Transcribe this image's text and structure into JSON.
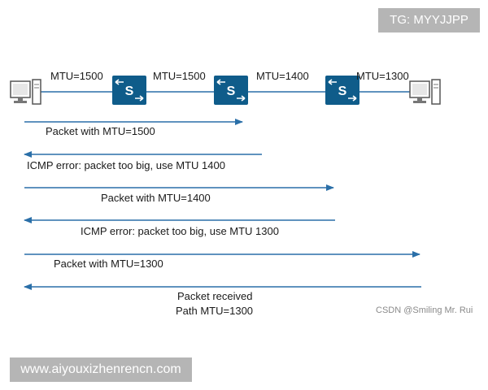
{
  "watermark": {
    "tag": "TG: MYYJJPP",
    "site": "www.aiyouxizhenrencn.com"
  },
  "credit": "CSDN @Smiling Mr. Rui",
  "links": [
    "MTU=1500",
    "MTU=1500",
    "MTU=1400",
    "MTU=1300"
  ],
  "switch_icon_letter": "S",
  "messages": [
    {
      "label": "Packet with MTU=1500",
      "direction": "right"
    },
    {
      "label": "ICMP error: packet too big, use MTU 1400",
      "direction": "left"
    },
    {
      "label": "Packet with MTU=1400",
      "direction": "right"
    },
    {
      "label": "ICMP error: packet too big, use MTU 1300",
      "direction": "left"
    },
    {
      "label": "Packet with MTU=1300",
      "direction": "right"
    },
    {
      "label": "Packet received",
      "direction": "left"
    },
    {
      "label": "Path MTU=1300",
      "direction": "none"
    }
  ],
  "colors": {
    "line": "#2a6fa8",
    "switch": "#0f5c8a",
    "watermark_bg": "#b5b5b5"
  }
}
